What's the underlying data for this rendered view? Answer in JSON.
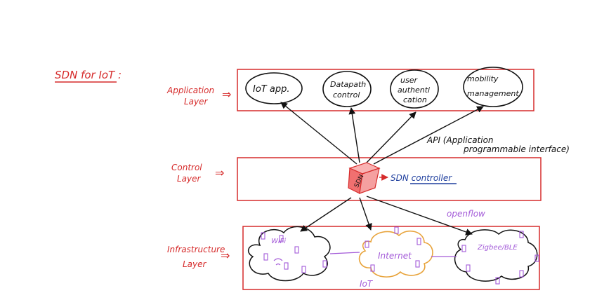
{
  "title": "SDN for IoT :",
  "layers": {
    "application": [
      "Application",
      "Layer"
    ],
    "control": [
      "Control",
      "Layer"
    ],
    "infrastructure": [
      "Infrastructure",
      "Layer"
    ]
  },
  "arrow_glyph": "⇒",
  "apps": {
    "iot_app": [
      "IoT app."
    ],
    "datapath": [
      "Datapath",
      "control"
    ],
    "user_auth": [
      "user",
      "authenti",
      "cation"
    ],
    "mobility": [
      "mobility",
      "management"
    ]
  },
  "api": [
    "API  (Application",
    "programmable interface)"
  ],
  "sdn_box_label": "SDN",
  "sdn_controller": "SDN controller",
  "openflow": "openflow",
  "clouds": {
    "wifi": "WiFi",
    "internet": "Internet",
    "zigbee": "Zigbee/BLE"
  },
  "iot": "IoT",
  "colors": {
    "red": "#d62b2b",
    "black": "#111111",
    "blue": "#1f3f9e",
    "purple": "#a35ad8",
    "orange": "#e8a33a",
    "cube": "#f07070"
  }
}
